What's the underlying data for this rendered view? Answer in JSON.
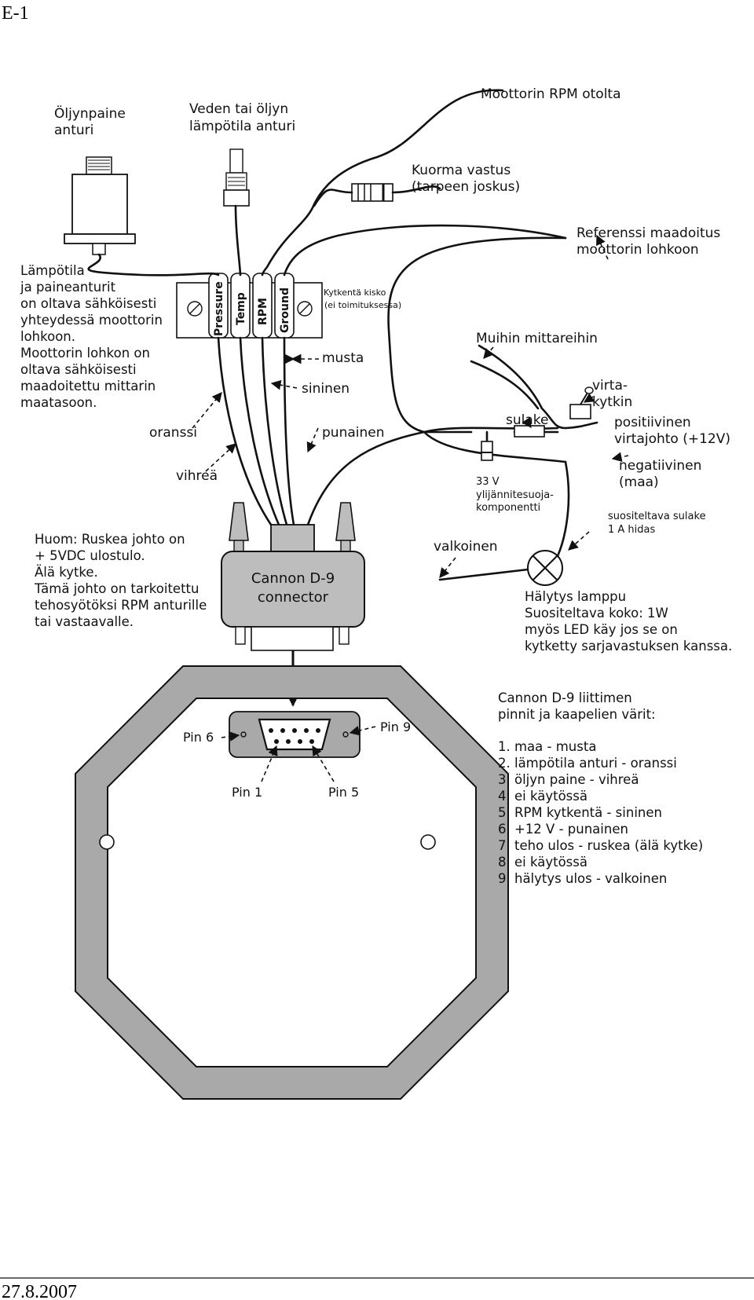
{
  "page": {
    "header": "E-1",
    "footer_date": "27.8.2007"
  },
  "labels": {
    "oil_sensor": [
      "Öljynpaine",
      "anturi"
    ],
    "temp_sensor": [
      "Veden tai öljyn",
      "lämpötila anturi"
    ],
    "rpm_source": "Moottorin RPM otolta",
    "load_resistor": [
      "Kuorma vastus",
      "(tarpeen joskus)"
    ],
    "ref_ground": [
      "Referenssi maadoitus",
      "moottorin lohkoon"
    ],
    "grounding_note": [
      "Lämpötila",
      "ja paineanturit",
      "on oltava sähköisesti",
      "yhteydessä moottorin",
      "lohkoon.",
      "Moottorin lohkon on",
      "oltava sähköisesti",
      "maadoitettu mittarin",
      "maatasoon."
    ],
    "terminal_strip": [
      "Kytkentä kisko",
      "(ei toimituksessa)"
    ],
    "terminals": [
      "Pressure",
      "Temp",
      "RPM",
      "Ground"
    ],
    "other_gauges": "Muihin mittareihin",
    "wire_black": "musta",
    "wire_blue": "sininen",
    "wire_orange": "oranssi",
    "wire_red": "punainen",
    "wire_green": "vihreä",
    "switch": [
      "virta-",
      "kytkin"
    ],
    "fuse": "sulake",
    "positive": [
      "positiivinen",
      "virtajohto (+12V)"
    ],
    "negative": [
      "negatiivinen",
      "(maa)"
    ],
    "suppressor": [
      "33 V",
      "ylijännitesuoja-",
      "komponentti"
    ],
    "recommended_fuse": [
      "suositeltava sulake",
      "1 A hidas"
    ],
    "white_wire": "valkoinen",
    "brown_note": [
      "Huom: Ruskea johto on",
      "+ 5VDC ulostulo.",
      "Älä kytke.",
      "Tämä johto on tarkoitettu",
      "tehosyötöksi RPM anturille",
      "tai vastaavalle."
    ],
    "connector": [
      "Cannon D-9",
      "connector"
    ],
    "alarm_lamp": [
      "Hälytys lamppu",
      "Suositeltava koko: 1W",
      "myös LED käy jos se on",
      "kytketty sarjavastuksen kanssa."
    ],
    "pins": {
      "pin6": "Pin 6",
      "pin9": "Pin 9",
      "pin1": "Pin 1",
      "pin5": "Pin 5"
    }
  },
  "pin_list": {
    "title": [
      "Cannon D-9 liittimen",
      "pinnit ja kaapelien värit:"
    ],
    "items": [
      "1. maa - musta",
      "2. lämpötila anturi - oranssi",
      "3. öljyn paine - vihreä",
      "4. ei käytössä",
      "5. RPM kytkentä - sininen",
      "6. +12 V  - punainen",
      "7. teho ulos - ruskea (älä kytke)",
      "8. ei käytössä",
      "9. hälytys ulos  - valkoinen"
    ]
  },
  "colors": {
    "gauge_body": "#a9a9a9",
    "component_fill": "#bdbdbd",
    "wire": "#111111"
  }
}
